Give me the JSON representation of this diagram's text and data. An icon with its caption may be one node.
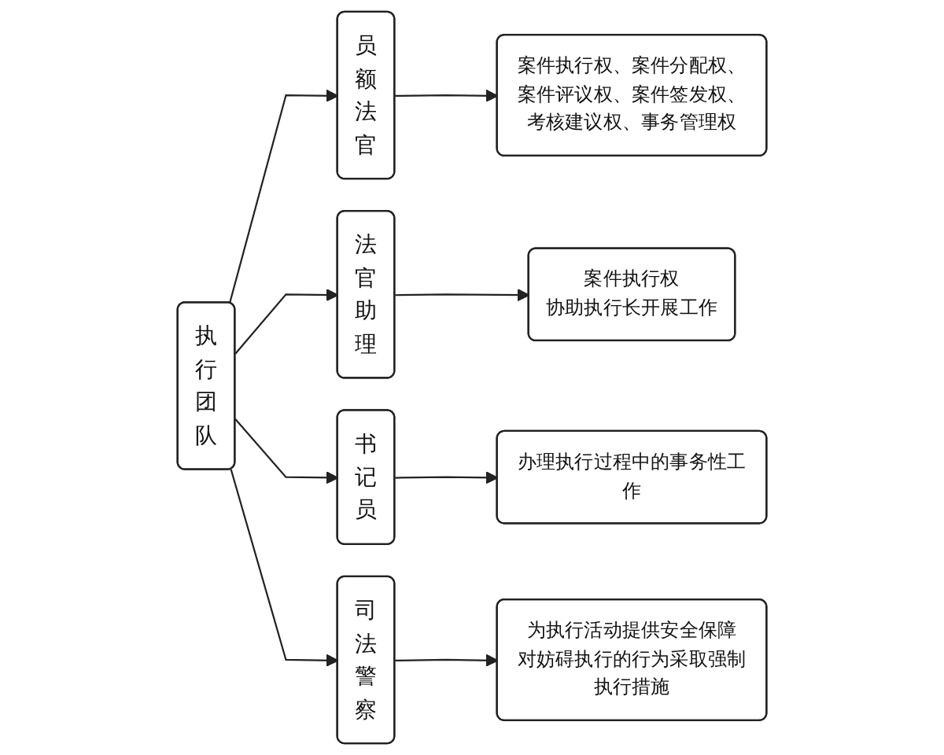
{
  "diagram": {
    "nodes": [
      {
        "text": [
          "执行团队"
        ]
      },
      {
        "text": [
          "员额法官"
        ]
      },
      {
        "text": [
          "案件执行权、案件分配权、案件评议权、案件签发权、考核建议权、事务管理权"
        ]
      },
      {
        "text": [
          "法官助理"
        ]
      },
      {
        "text": [
          "案件执行权",
          "协助执行长开展工作"
        ]
      },
      {
        "text": [
          "书记员"
        ]
      },
      {
        "text": [
          "办理执行过程中的事务性工作"
        ]
      },
      {
        "text": [
          "司法警察"
        ]
      },
      {
        "text": [
          "为执行活动提供安全保障",
          "对妨碍执行的行为采取强制执行措施"
        ]
      }
    ],
    "edges": [
      {
        "from": 0,
        "to": 1,
        "arrow": "to"
      },
      {
        "from": 0,
        "to": 3,
        "arrow": "to"
      },
      {
        "from": 0,
        "to": 5,
        "arrow": "to"
      },
      {
        "from": 0,
        "to": 7,
        "arrow": "to"
      },
      {
        "from": 1,
        "to": 2,
        "arrow": "to"
      },
      {
        "from": 3,
        "to": 4,
        "arrow": "to"
      },
      {
        "from": 5,
        "to": 6,
        "arrow": "to"
      },
      {
        "from": 7,
        "to": 8,
        "arrow": "to"
      }
    ]
  }
}
